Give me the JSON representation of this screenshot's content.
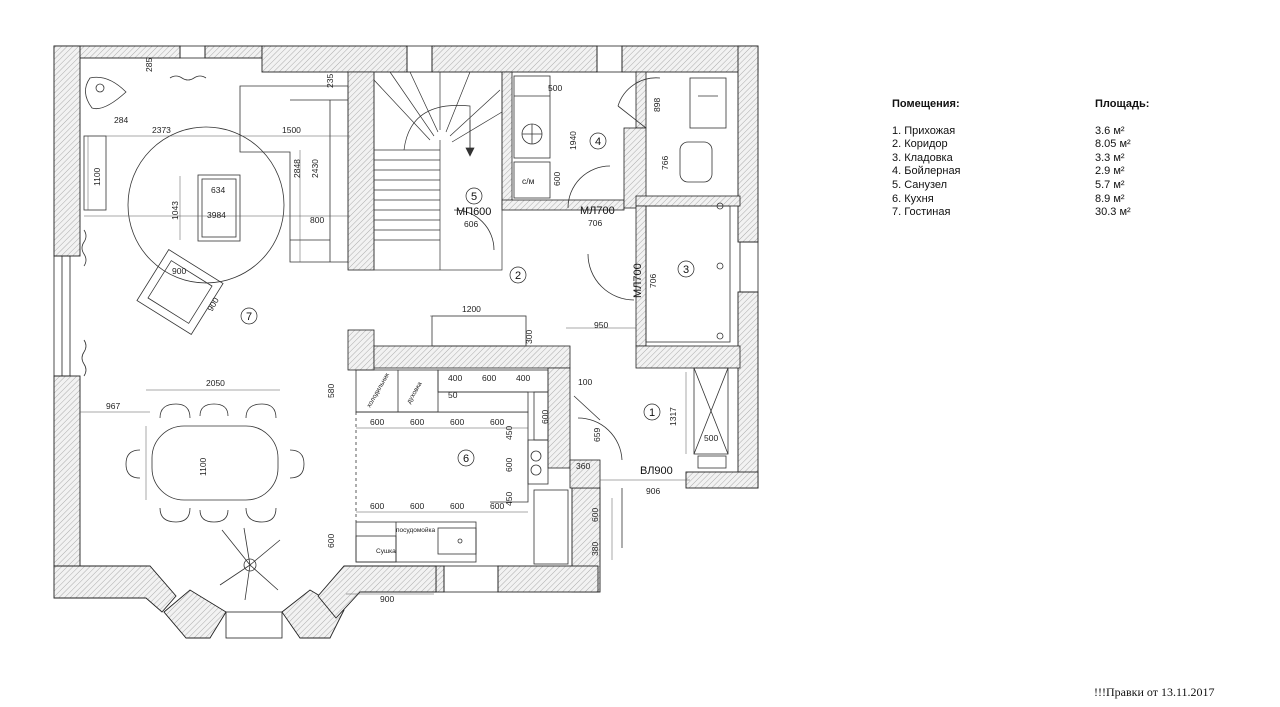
{
  "legend": {
    "header_rooms": "Помещения:",
    "header_area": "Площадь:",
    "rooms": [
      {
        "name": "1. Прихожая",
        "area": "3.6 м²"
      },
      {
        "name": "2. Коридор",
        "area": "8.05 м²"
      },
      {
        "name": "3. Кладовка",
        "area": "3.3 м²"
      },
      {
        "name": "4. Бойлерная",
        "area": "2.9 м²"
      },
      {
        "name": "5. Санузел",
        "area": "5.7 м²"
      },
      {
        "name": "6. Кухня",
        "area": "8.9 м²"
      },
      {
        "name": "7. Гостиная",
        "area": "30.3 м²"
      }
    ]
  },
  "note": "!!!Правки от 13.11.2017",
  "room_numbers": [
    "1",
    "2",
    "3",
    "4",
    "5",
    "6",
    "7"
  ],
  "door_labels": {
    "mp600": "МП600",
    "ml700_top": "МЛ700",
    "ml700_side": "МЛ700",
    "vl900": "ВЛ900"
  },
  "fixture_labels": {
    "washer": "с/м",
    "fridge": "холодильник",
    "oven": "духовка",
    "dishwasher": "посудомойка",
    "dryer": "Сушка"
  },
  "dimensions": {
    "d285": "285",
    "d235": "235",
    "d284": "284",
    "d2373": "2373",
    "d1500": "1500",
    "d1100_left": "1100",
    "d634": "634",
    "d3984": "3984",
    "d1043": "1043",
    "d2848": "2848",
    "d2430": "2430",
    "d800": "800",
    "d900_a": "900",
    "d900_b": "900",
    "d500_top": "500",
    "d1940": "1940",
    "d600_bath": "600",
    "d898": "898",
    "d766": "766",
    "d606": "606",
    "d706_a": "706",
    "d706_b": "706",
    "d1200": "1200",
    "d300": "300",
    "d950": "950",
    "d580": "580",
    "d400_a": "400",
    "d600_k1": "600",
    "d400_b": "400",
    "d50": "50",
    "d600_r1": "600",
    "d600_r2": "600",
    "d600_r3": "600",
    "d600_r4": "600",
    "d450_a": "450",
    "d600_side1": "600",
    "d600_side2": "600",
    "d450_b": "450",
    "d600_b1": "600",
    "d600_b2": "600",
    "d600_b3": "600",
    "d600_b4": "600",
    "d600_left": "600",
    "d900_bottom": "900",
    "d2050": "2050",
    "d967": "967",
    "d1100_table": "1100",
    "d100": "100",
    "d659": "659",
    "d1317": "1317",
    "d500_hall": "500",
    "d360": "360",
    "d906": "906",
    "d600_door": "600",
    "d380": "380"
  }
}
